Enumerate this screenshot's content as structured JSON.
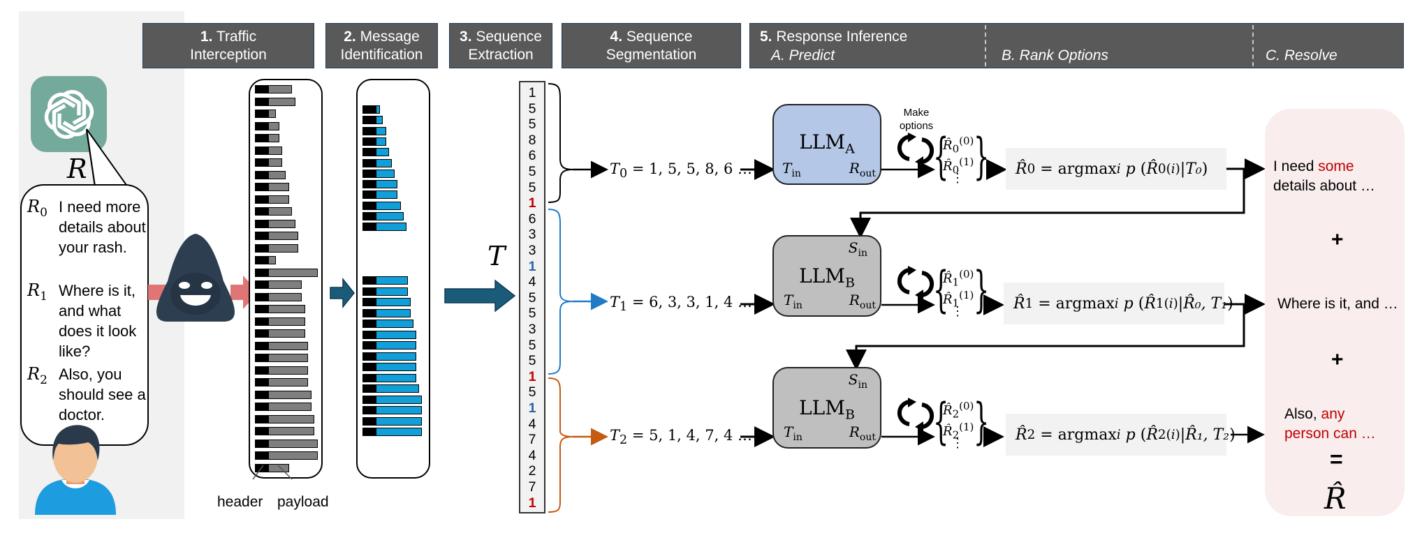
{
  "headers": [
    {
      "num": "1.",
      "line1": "Traffic",
      "line2": "Interception"
    },
    {
      "num": "2.",
      "line1": "Message",
      "line2": "Identification"
    },
    {
      "num": "3.",
      "line1": "Sequence",
      "line2": "Extraction"
    },
    {
      "num": "4.",
      "line1": "Sequence",
      "line2": "Segmentation"
    },
    {
      "num": "5.",
      "line1": "Response Inference",
      "sub_a": "A. Predict",
      "sub_b": "B. Rank Options",
      "sub_c": "C. Resolve"
    }
  ],
  "assistant": {
    "logo_icon": "openai-logo-icon",
    "label": "R",
    "responses": [
      {
        "label": "R",
        "sub": "0",
        "text": "I need more details about your rash."
      },
      {
        "label": "R",
        "sub": "1",
        "text": "Where is it, and what does it look like?"
      },
      {
        "label": "R",
        "sub": "2",
        "text": "Also, you should see a doctor."
      }
    ]
  },
  "traffic": {
    "packet_payload_lengths": [
      7,
      8,
      2,
      3,
      3,
      4,
      4,
      5,
      6,
      6,
      7,
      8,
      9,
      9,
      2,
      15,
      10,
      10,
      11,
      11,
      11,
      12,
      12,
      12,
      12,
      13,
      13,
      14,
      14,
      15,
      15,
      6
    ],
    "header_label": "header",
    "payload_label": "payload"
  },
  "messages": {
    "group1_lengths": [
      1,
      2,
      3,
      3,
      4,
      5,
      6,
      7,
      7,
      8,
      9,
      10
    ],
    "group2_lengths": [
      11,
      11,
      12,
      12,
      13,
      14,
      14,
      14,
      14,
      14,
      15,
      16,
      16,
      16,
      16
    ]
  },
  "sequence": {
    "label": "T",
    "values": [
      {
        "v": "1",
        "c": ""
      },
      {
        "v": "5",
        "c": ""
      },
      {
        "v": "5",
        "c": ""
      },
      {
        "v": "8",
        "c": ""
      },
      {
        "v": "6",
        "c": ""
      },
      {
        "v": "5",
        "c": ""
      },
      {
        "v": "5",
        "c": ""
      },
      {
        "v": "1",
        "c": "red"
      },
      {
        "v": "6",
        "c": ""
      },
      {
        "v": "3",
        "c": ""
      },
      {
        "v": "3",
        "c": ""
      },
      {
        "v": "1",
        "c": "blue"
      },
      {
        "v": "4",
        "c": ""
      },
      {
        "v": "5",
        "c": ""
      },
      {
        "v": "5",
        "c": ""
      },
      {
        "v": "3",
        "c": ""
      },
      {
        "v": "5",
        "c": ""
      },
      {
        "v": "5",
        "c": ""
      },
      {
        "v": "1",
        "c": "red"
      },
      {
        "v": "5",
        "c": ""
      },
      {
        "v": "1",
        "c": "blue"
      },
      {
        "v": "4",
        "c": ""
      },
      {
        "v": "7",
        "c": ""
      },
      {
        "v": "4",
        "c": ""
      },
      {
        "v": "2",
        "c": ""
      },
      {
        "v": "7",
        "c": ""
      },
      {
        "v": "1",
        "c": "red"
      }
    ]
  },
  "segments": [
    {
      "name": "T",
      "sub": "0",
      "values": "1, 5, 5, 8, 6 …",
      "color": "#000000"
    },
    {
      "name": "T",
      "sub": "1",
      "values": "6, 3, 3, 1, 4 …",
      "color": "#1f7ac8"
    },
    {
      "name": "T",
      "sub": "2",
      "values": "5, 1, 4, 7, 4 …",
      "color": "#c55a11"
    }
  ],
  "models": [
    {
      "name": "LLM",
      "sub": "A",
      "t_in": "T",
      "r_out": "R",
      "s_in": null
    },
    {
      "name": "LLM",
      "sub": "B",
      "t_in": "T",
      "r_out": "R",
      "s_in": "S"
    },
    {
      "name": "LLM",
      "sub": "B",
      "t_in": "T",
      "r_out": "R",
      "s_in": "S"
    }
  ],
  "make_options_label": "Make options",
  "rank": [
    {
      "lhs": "R̂",
      "sub": "0",
      "rhs": "= argmax",
      "cond": "T₀"
    },
    {
      "lhs": "R̂",
      "sub": "1",
      "rhs": "= argmax",
      "cond": "R̂₀, T₁"
    },
    {
      "lhs": "R̂",
      "sub": "2",
      "rhs": "= argmax",
      "cond": "R̂₁, T₂"
    }
  ],
  "resolved": [
    {
      "plain": "I need ",
      "red": "some",
      "rest": "details about …"
    },
    {
      "plain": "Where is it, and …",
      "red": "",
      "rest": ""
    },
    {
      "plain": "Also, ",
      "red": "any",
      "rest": "person can …"
    }
  ],
  "plus": "+",
  "equals": "=",
  "final": "R̂",
  "colors": {
    "header_bg": "#595959",
    "llm_a": "#b4c7e7",
    "llm_b": "#bfbfbf",
    "packet_payload": "#7f7f7f",
    "message_payload": "#109fd8",
    "accent_red": "#c00000",
    "accent_blue": "#2e5fa8",
    "segment_blue": "#1f7ac8",
    "segment_orange": "#c55a11",
    "result_panel": "#f9eded",
    "arrow_teal": "#1b5b7a",
    "arrow_pink": "#e07575"
  }
}
